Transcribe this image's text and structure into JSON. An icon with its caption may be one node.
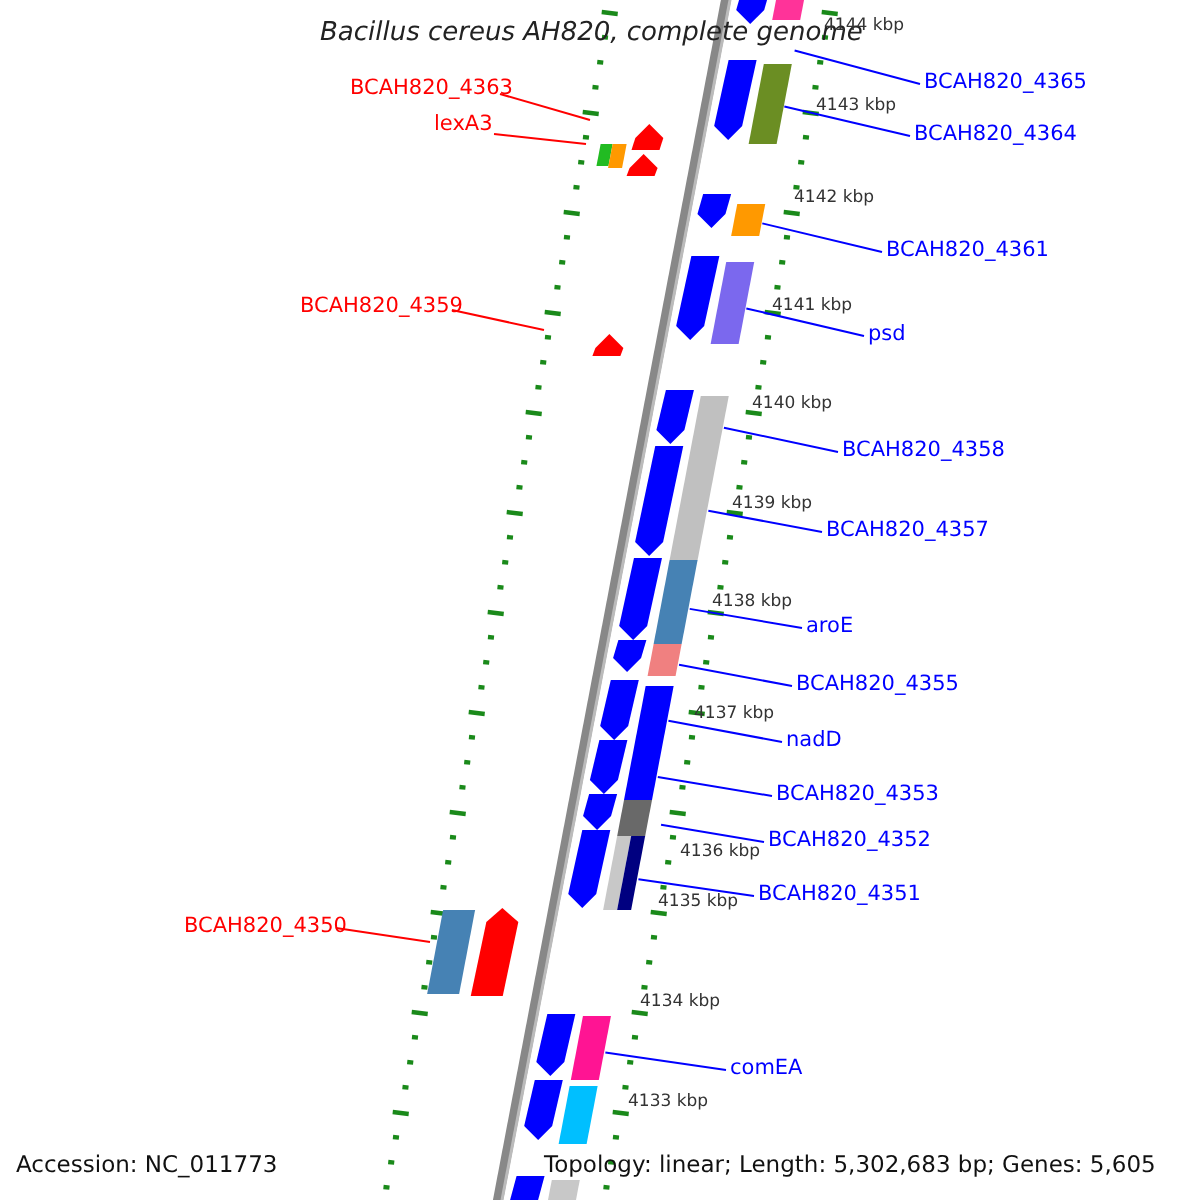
{
  "diagram": {
    "title": "Bacillus cereus AH820, complete genome",
    "nodes": [
      {
        "text": [
          "BCAH820_4365"
        ]
      },
      {
        "text": [
          "BCAH820_4363"
        ]
      },
      {
        "text": [
          "lexA3"
        ]
      },
      {
        "text": [
          "BCAH820_4364"
        ]
      },
      {
        "text": [
          "BCAH820_4361"
        ]
      },
      {
        "text": [
          "BCAH820_4359"
        ]
      },
      {
        "text": [
          "psd"
        ]
      },
      {
        "text": [
          "BCAH820_4358"
        ]
      },
      {
        "text": [
          "BCAH820_4357"
        ]
      },
      {
        "text": [
          "aroE"
        ]
      },
      {
        "text": [
          "BCAH820_4355"
        ]
      },
      {
        "text": [
          "nadD"
        ]
      },
      {
        "text": [
          "BCAH820_4353"
        ]
      },
      {
        "text": [
          "BCAH820_4352"
        ]
      },
      {
        "text": [
          "BCAH820_4351"
        ]
      },
      {
        "text": [
          "BCAH820_4350"
        ]
      },
      {
        "text": [
          "comEA"
        ]
      }
    ],
    "edges": [
      {
        "from": 0,
        "to": null,
        "arrow": "none"
      },
      {
        "from": 1,
        "to": null,
        "arrow": "none",
        "color": "#ff0000"
      },
      {
        "from": 2,
        "to": null,
        "arrow": "none",
        "color": "#ff0000"
      },
      {
        "from": 3,
        "to": null,
        "arrow": "none"
      },
      {
        "from": 4,
        "to": null,
        "arrow": "none"
      },
      {
        "from": 5,
        "to": null,
        "arrow": "none",
        "color": "#ff0000"
      },
      {
        "from": 6,
        "to": null,
        "arrow": "none"
      },
      {
        "from": 7,
        "to": null,
        "arrow": "none"
      },
      {
        "from": 8,
        "to": null,
        "arrow": "none"
      },
      {
        "from": 9,
        "to": null,
        "arrow": "none"
      },
      {
        "from": 10,
        "to": null,
        "arrow": "none"
      },
      {
        "from": 11,
        "to": null,
        "arrow": "none"
      },
      {
        "from": 12,
        "to": null,
        "arrow": "none"
      },
      {
        "from": 13,
        "to": null,
        "arrow": "none"
      },
      {
        "from": 14,
        "to": null,
        "arrow": "none"
      },
      {
        "from": 15,
        "to": null,
        "arrow": "none",
        "color": "#ff0000"
      },
      {
        "from": 16,
        "to": null,
        "arrow": "none"
      }
    ],
    "labels": [
      "4144 kbp",
      "4143 kbp",
      "4142 kbp",
      "4141 kbp",
      "4140 kbp",
      "4139 kbp",
      "4138 kbp",
      "4137 kbp",
      "4136 kbp",
      "4135 kbp",
      "4134 kbp",
      "4133 kbp",
      "Accession: NC_011773",
      "Topology: linear; Length: 5,302,683 bp; Genes: 5,605"
    ]
  }
}
